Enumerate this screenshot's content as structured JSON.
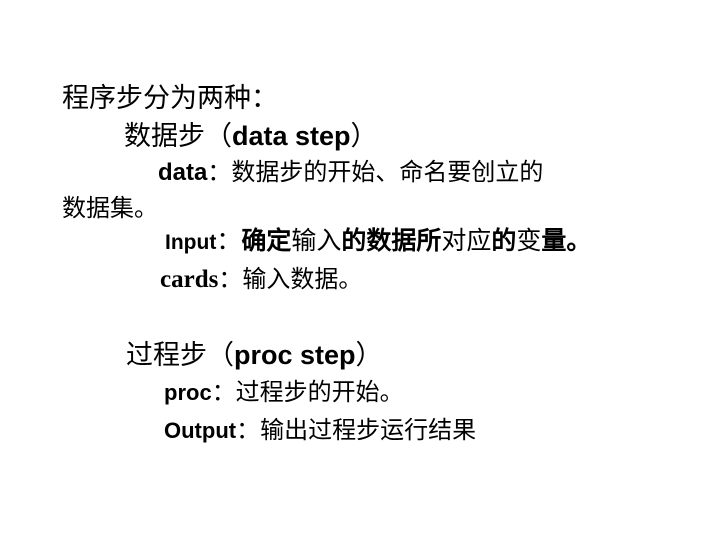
{
  "intro": "程序步分为两种：",
  "data_step": {
    "prefix": "数据步（",
    "name": "data step",
    "suffix": "）",
    "keyword_data": "data",
    "data_desc": "：数据步的开始、命名要创立的",
    "data_desc_cont": "数据集。",
    "keyword_input": "Input",
    "input_colon": "：",
    "input_desc_1": "确定",
    "input_desc_2": "输入",
    "input_desc_3": "的数据所",
    "input_desc_4": "对应",
    "input_desc_5": "的",
    "input_desc_6": "变",
    "input_desc_7": "量。",
    "keyword_cards": "cards",
    "cards_desc": "：输入数据。"
  },
  "proc_step": {
    "prefix": "过程步（",
    "name": "proc step",
    "suffix": "）",
    "keyword_proc": "proc",
    "proc_desc": "：过程步的开始。",
    "keyword_output": "Output",
    "output_desc": "：输出过程步运行结果"
  }
}
